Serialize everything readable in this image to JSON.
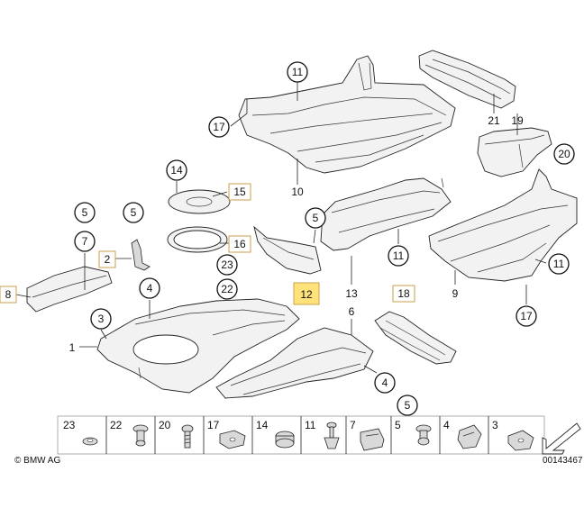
{
  "diagram": {
    "callouts": {
      "c11_top": "11",
      "c17_left": "17",
      "c21": "21",
      "c19": "19",
      "c20": "20",
      "c14": "14",
      "c15": "15",
      "c10": "10",
      "c5_a": "5",
      "c7_a": "7",
      "c5_b": "5",
      "c2": "2",
      "c5_c": "5",
      "c16": "16",
      "c23": "23",
      "c22": "22",
      "c12": "12",
      "c11_mid": "11",
      "c13": "13",
      "c11_right": "11",
      "c9": "9",
      "c18": "18",
      "c17_right": "17",
      "c8": "8",
      "c4_a": "4",
      "c3": "3",
      "c1": "1",
      "c6": "6",
      "c4_b": "4",
      "c5_d": "5"
    },
    "legend": [
      "23",
      "22",
      "20",
      "17",
      "14",
      "11",
      "7",
      "5",
      "4",
      "3"
    ],
    "copyright": "© BMW AG",
    "image_id": "00143467"
  }
}
